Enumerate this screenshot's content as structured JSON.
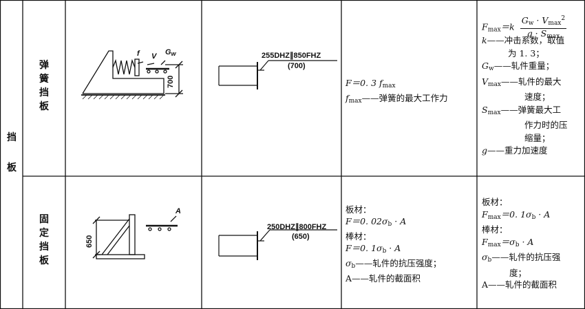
{
  "category": {
    "chars": [
      "挡",
      "板"
    ]
  },
  "rows": [
    {
      "type_chars": [
        "弹",
        "簧",
        "挡",
        "板"
      ],
      "labels": {
        "f": "f",
        "v": "V",
        "g": "G",
        "g_sub": "w"
      },
      "dimension": "700",
      "spec_line1": "255DHZ∥850FHZ",
      "spec_line2": "(700)",
      "formula_lines": [
        {
          "main": "F＝0. 3 f",
          "sub": "max"
        },
        {
          "prefix": "f",
          "sub": "max",
          "rest": "——弹簧的最大工作力"
        }
      ],
      "fmax_lines": [
        "＝k",
        "——冲击系数，取值",
        "为 1. 3；",
        "——轧件重量；",
        "——轧件的最大",
        "速度；",
        "——弹簧最大工",
        "作力时的压",
        "缩量；",
        "——重力加速度"
      ],
      "fmax_frac_num": "G",
      "fmax_frac_num_mid": " · V",
      "fmax_frac_den": "g · S",
      "fmax_sym": {
        "F": "F",
        "k": "k",
        "Gw": "G",
        "w": "w",
        "V": "V",
        "S": "S",
        "g": "g",
        "max": "max",
        "two": "2"
      }
    },
    {
      "type_chars": [
        "固",
        "定",
        "挡",
        "板"
      ],
      "labels": {
        "a": "A"
      },
      "dimension": "650",
      "spec_line1": "250DHZ∥800FHZ",
      "spec_line2": "(650)",
      "formula_lines": [
        "板材：",
        "F＝0. 02σ",
        "棒材：",
        "F＝0. 1σ",
        "σ",
        "A——轧件的截面积"
      ],
      "formula_parts": {
        "b": "b",
        "tail": " · A",
        "sigma_rest": "——轧件的抗压强度；"
      },
      "fmax_lines": [
        "板材：",
        "F",
        "棒材：",
        "F",
        "σ",
        "度；",
        "A——轧件的截面积"
      ],
      "fmax_parts": {
        "max": "max",
        "eq1": "＝0. 1σ",
        "eq2": "＝σ",
        "b": "b",
        "tail1": " · A",
        "tail2": " · A",
        "sigma_rest": "——轧件的抗压强"
      }
    }
  ]
}
